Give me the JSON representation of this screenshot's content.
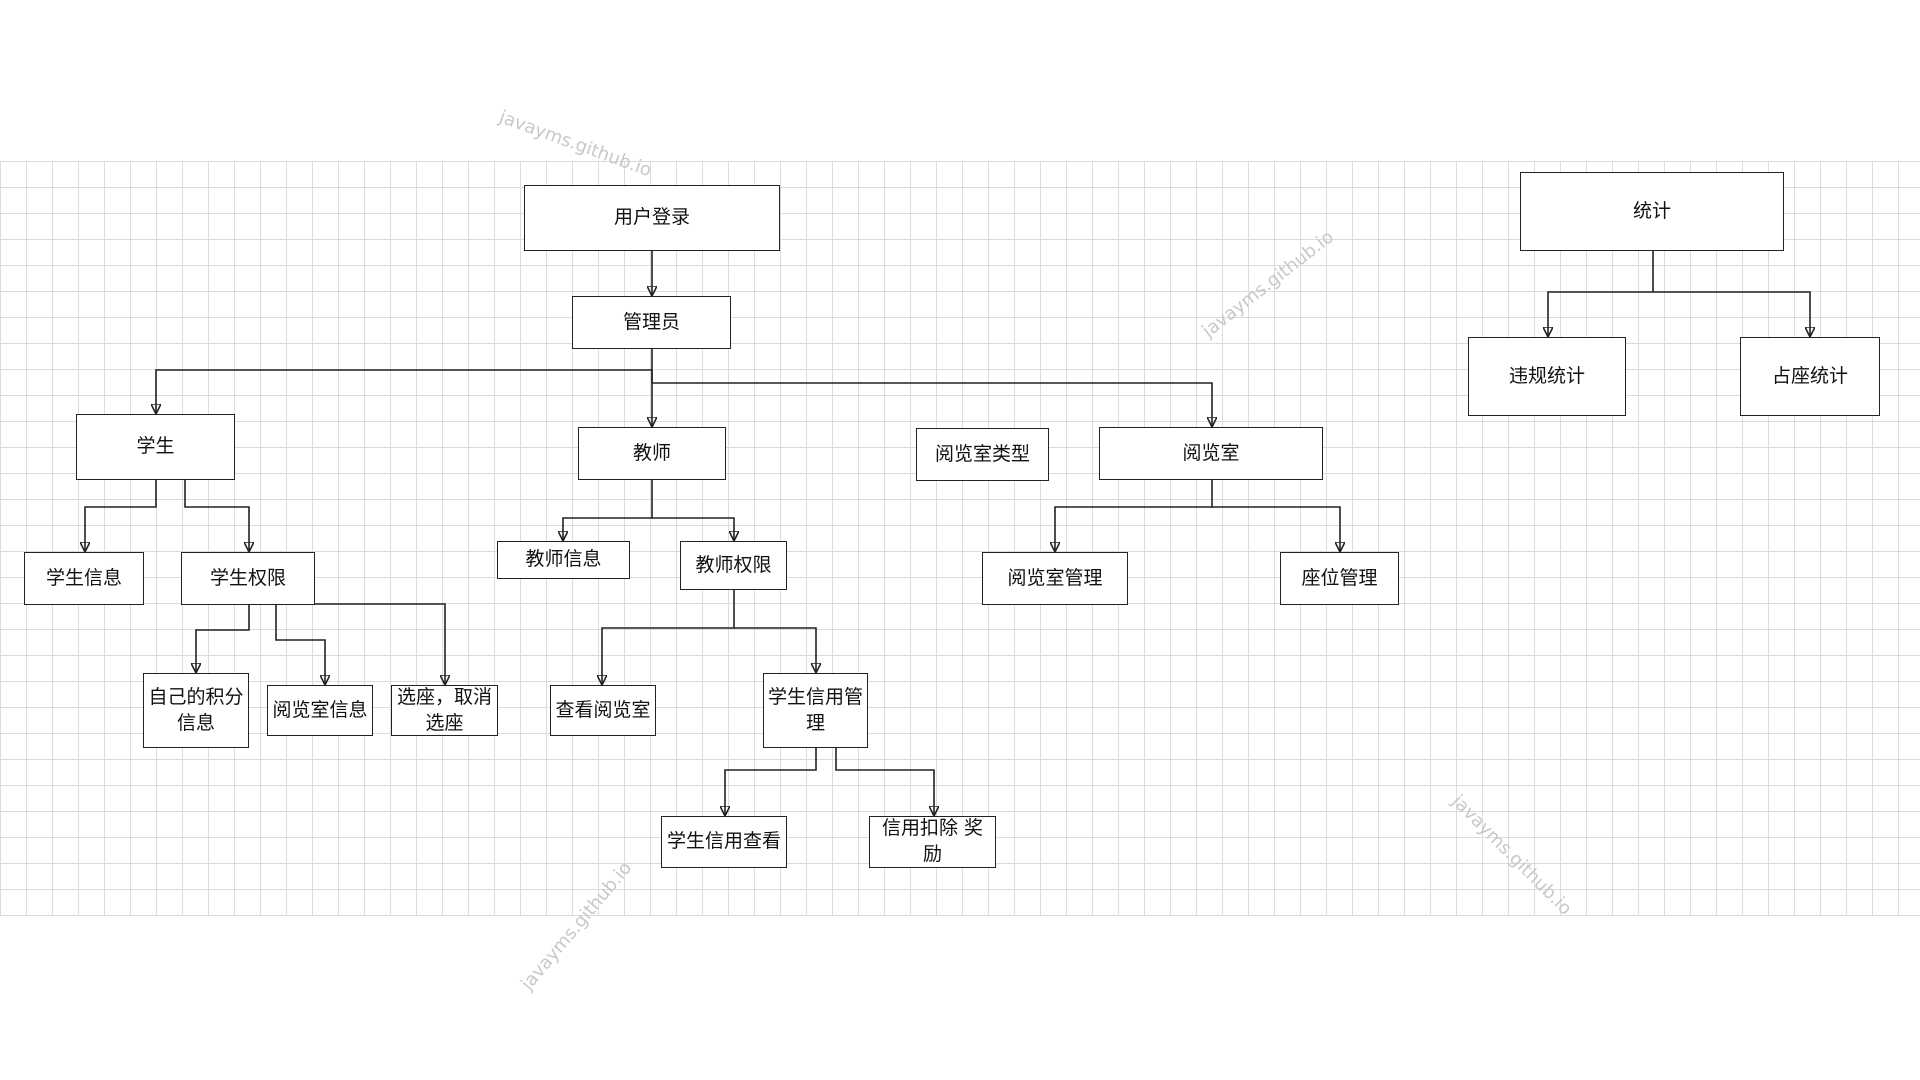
{
  "nodes": {
    "user_login": "用户登录",
    "admin": "管理员",
    "student": "学生",
    "teacher": "教师",
    "reading_room_type": "阅览室类型",
    "reading_room": "阅览室",
    "student_info": "学生信息",
    "student_permission": "学生权限",
    "own_points_info": "自己的积分信息",
    "reading_room_info": "阅览室信息",
    "select_cancel_seat": "选座，取消选座",
    "teacher_info": "教师信息",
    "teacher_permission": "教师权限",
    "view_reading_room": "查看阅览室",
    "student_credit_mgmt": "学生信用管理",
    "student_credit_view": "学生信用查看",
    "credit_deduct_reward": "信用扣除 奖励",
    "reading_room_mgmt": "阅览室管理",
    "seat_mgmt": "座位管理",
    "statistics": "统计",
    "violation_stats": "违规统计",
    "occupancy_stats": "占座统计"
  },
  "watermark": "javayms.github.io",
  "edges": [
    [
      "user_login",
      "admin"
    ],
    [
      "admin",
      "student"
    ],
    [
      "admin",
      "teacher"
    ],
    [
      "admin",
      "reading_room"
    ],
    [
      "student",
      "student_info"
    ],
    [
      "student",
      "student_permission"
    ],
    [
      "student_permission",
      "own_points_info"
    ],
    [
      "student_permission",
      "reading_room_info"
    ],
    [
      "student_permission",
      "select_cancel_seat"
    ],
    [
      "teacher",
      "teacher_info"
    ],
    [
      "teacher",
      "teacher_permission"
    ],
    [
      "teacher_permission",
      "view_reading_room"
    ],
    [
      "teacher_permission",
      "student_credit_mgmt"
    ],
    [
      "student_credit_mgmt",
      "student_credit_view"
    ],
    [
      "student_credit_mgmt",
      "credit_deduct_reward"
    ],
    [
      "reading_room",
      "reading_room_mgmt"
    ],
    [
      "reading_room",
      "seat_mgmt"
    ],
    [
      "statistics",
      "violation_stats"
    ],
    [
      "statistics",
      "occupancy_stats"
    ]
  ]
}
